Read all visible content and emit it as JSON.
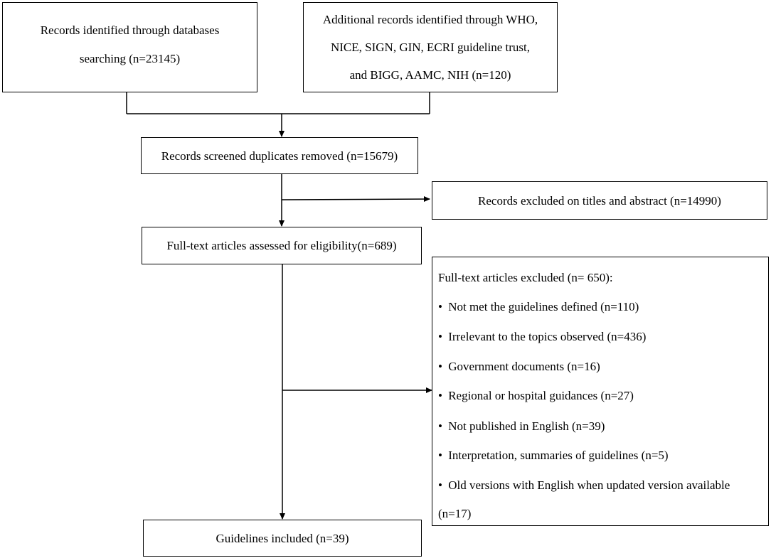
{
  "boxes": {
    "database_search": {
      "line1": "Records identified through databases",
      "line2": "searching (n=23145)"
    },
    "additional_records": {
      "line1": "Additional records identified through WHO,",
      "line2": "NICE, SIGN, GIN, ECRI guideline trust,",
      "line3": "and BIGG, AAMC, NIH (n=120)"
    },
    "screened": "Records screened duplicates removed (n=15679)",
    "excluded_titles": "Records excluded on titles and abstract (n=14990)",
    "fulltext_assessed": "Full-text articles assessed for eligibility(n=689)",
    "fulltext_excluded": {
      "heading": "Full-text articles excluded (n= 650):",
      "bullet": "•",
      "items": [
        "Not met the guidelines defined (n=110)",
        "Irrelevant to the topics observed (n=436)",
        "Government documents (n=16)",
        "Regional or hospital guidances (n=27)",
        "Not published in English (n=39)",
        "Interpretation, summaries of guidelines (n=5)",
        "Old versions with English when updated version available"
      ],
      "continuation": "(n=17)"
    },
    "included": "Guidelines included (n=39)"
  }
}
